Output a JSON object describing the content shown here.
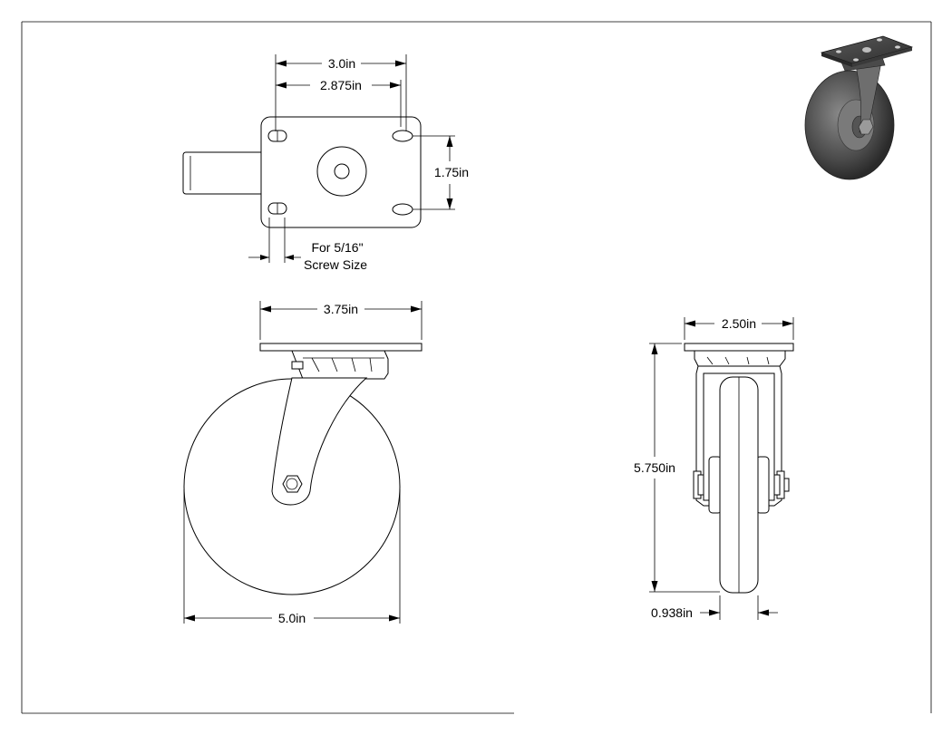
{
  "drawing": {
    "dimensions": {
      "plate_length": "3.0in",
      "hole_spacing": "2.875in",
      "hole_spacing_vertical": "1.75in",
      "screw_note_line1": "For 5/16\"",
      "screw_note_line2": "Screw Size",
      "plate_width_side": "3.75in",
      "wheel_diameter": "5.0in",
      "plate_width_front": "2.50in",
      "overall_height": "5.750in",
      "wheel_width": "0.938in"
    },
    "colors": {
      "line": "#000000",
      "background": "#ffffff",
      "render_dark": "#3a3a3a",
      "render_mid": "#6b6b6b",
      "render_light": "#a8a8a8"
    }
  }
}
